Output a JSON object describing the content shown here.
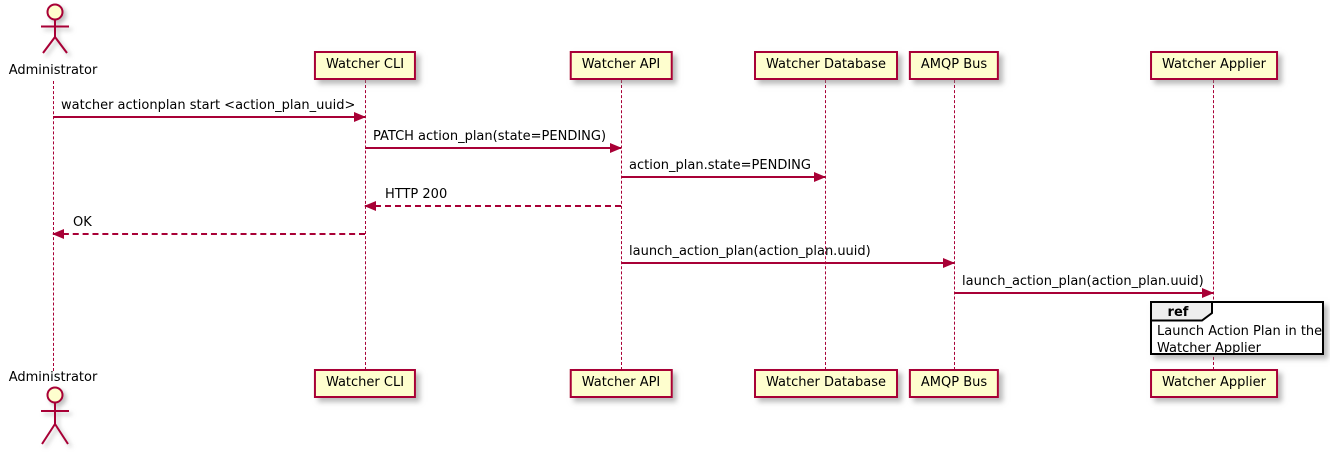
{
  "colors": {
    "accent": "#A80036",
    "participant_fill": "#FEFECE",
    "ref_tab_fill": "#EEEEEE",
    "ref_border": "#000000",
    "text": "#000000"
  },
  "actor": {
    "name": "Administrator"
  },
  "participants": [
    {
      "name": "Watcher CLI"
    },
    {
      "name": "Watcher API"
    },
    {
      "name": "Watcher Database"
    },
    {
      "name": "AMQP Bus"
    },
    {
      "name": "Watcher Applier"
    }
  ],
  "messages": [
    {
      "from": "Administrator",
      "to": "Watcher CLI",
      "text": "watcher actionplan start <action_plan_uuid>",
      "line": "solid",
      "direction": "right"
    },
    {
      "from": "Watcher CLI",
      "to": "Watcher API",
      "text": "PATCH action_plan(state=PENDING)",
      "line": "solid",
      "direction": "right"
    },
    {
      "from": "Watcher API",
      "to": "Watcher Database",
      "text": "action_plan.state=PENDING",
      "line": "solid",
      "direction": "right"
    },
    {
      "from": "Watcher API",
      "to": "Watcher CLI",
      "text": "HTTP 200",
      "line": "dashed",
      "direction": "left"
    },
    {
      "from": "Watcher CLI",
      "to": "Administrator",
      "text": "OK",
      "line": "dashed",
      "direction": "left"
    },
    {
      "from": "Watcher API",
      "to": "AMQP Bus",
      "text": "launch_action_plan(action_plan.uuid)",
      "line": "solid",
      "direction": "right"
    },
    {
      "from": "AMQP Bus",
      "to": "Watcher Applier",
      "text": "launch_action_plan(action_plan.uuid)",
      "line": "solid",
      "direction": "right"
    }
  ],
  "ref": {
    "keyword": "ref",
    "over": "Watcher Applier",
    "lines": [
      "Launch Action Plan in the",
      "Watcher Applier"
    ]
  }
}
